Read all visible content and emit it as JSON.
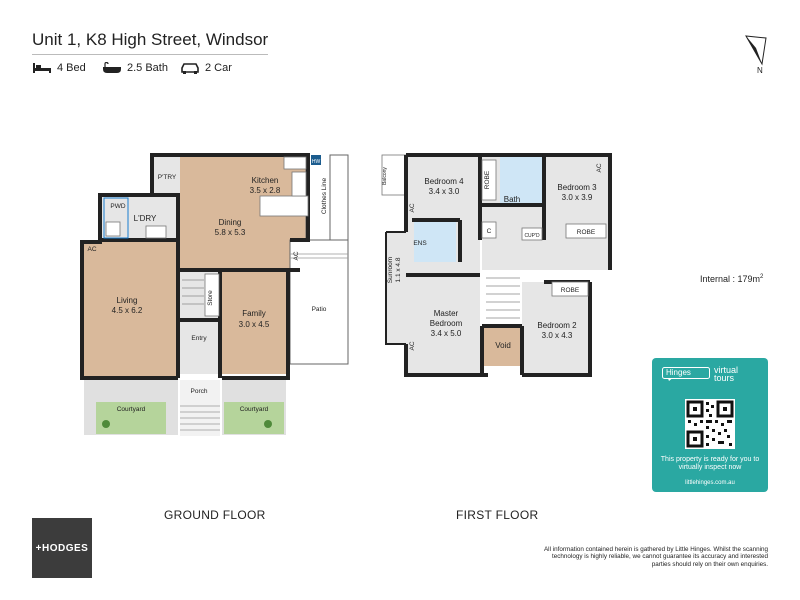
{
  "header": {
    "address": "Unit 1, K8 High Street, Windsor",
    "features": [
      {
        "icon": "bed-icon",
        "label": "4 Bed"
      },
      {
        "icon": "bath-icon",
        "label": "2.5 Bath"
      },
      {
        "icon": "car-icon",
        "label": "2 Car"
      }
    ]
  },
  "compass": {
    "north": "N"
  },
  "internal_area": {
    "label": "Internal  : 179m",
    "unit_sup": "2"
  },
  "floors": {
    "ground_label": "GROUND FLOOR",
    "first_label": "FIRST FLOOR"
  },
  "ground_rooms": {
    "kitchen": {
      "name": "Kitchen",
      "dims": "3.5 x 2.8"
    },
    "dining": {
      "name": "Dining",
      "dims": "5.8 x 5.3"
    },
    "living": {
      "name": "Living",
      "dims": "4.5 x 6.2"
    },
    "family": {
      "name": "Family",
      "dims": "3.0 x 4.5"
    },
    "laundry": "L'DRY",
    "pantry": "P'TRY",
    "powder": "PWD",
    "store": "Store",
    "entry": "Entry",
    "porch": "Porch",
    "patio": "Patio",
    "courtyard_left": "Courtyard",
    "courtyard_right": "Courtyard",
    "clothes_line": "Clothes Line",
    "hw": "HW",
    "ac1": "AC",
    "ac2": "AC"
  },
  "first_rooms": {
    "bed4": {
      "name": "Bedroom 4",
      "dims": "3.4 x 3.0"
    },
    "bed3": {
      "name": "Bedroom 3",
      "dims": "3.0 x 3.9"
    },
    "bed2": {
      "name": "Bedroom 2",
      "dims": "3.0 x 4.3"
    },
    "master": {
      "name": "Master",
      "name2": "Bedroom",
      "dims": "3.4 x 5.0"
    },
    "sunroom": {
      "name": "Sunroom",
      "dims": "1.1 x 4.8"
    },
    "bath": "Bath",
    "ens": "ENS",
    "void": "Void",
    "robe1": "ROBE",
    "robe2": "ROBE",
    "robe3": "ROBE",
    "balcony": "Balcony",
    "cup": "CUP'D",
    "c": "C",
    "ac1": "AC",
    "ac2": "AC",
    "ac3": "AC"
  },
  "hinges": {
    "brand": "Hinges",
    "tag1": "virtual",
    "tag2": "tours",
    "message": "This property is ready for you to virtually inspect now",
    "url": "littlehinges.com.au"
  },
  "agency": {
    "logo": "+HODGES"
  },
  "disclaimer": "All information contained herein is gathered by Little Hinges. Whilst the scanning technology is highly reliable, we cannot guarantee its accuracy and interested parties should rely on their own enquiries."
}
